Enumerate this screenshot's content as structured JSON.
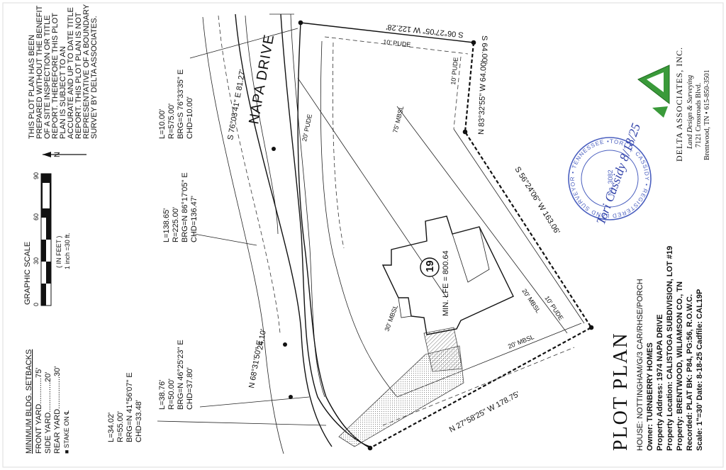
{
  "setbacks": {
    "title": "MINIMUM BLDG. SETBACKS",
    "front": "FRONT YARD............75'",
    "side": "SIDE YARD..............20'",
    "rear": "REAR YARD...............30'",
    "stake": "■ STAKE ON ℄"
  },
  "curves": {
    "c1": [
      "L=34.02'",
      "R=55.00'",
      "BRG=N 41°56'07\" E",
      "CHD=33.48'"
    ],
    "c2": [
      "L=38.76'",
      "R=50.00'",
      "BRG=N 46°25'23\" E",
      "CHD=37.80'"
    ],
    "c3": [
      "L=138.65'",
      "R=225.00'",
      "BRG=N 86°17'05\" E",
      "CHD=136.47'"
    ],
    "c4": [
      "L=10.00'",
      "R=575.00'",
      "BRG=S 76°33'35\" E",
      "CHD=10.00'"
    ]
  },
  "scale": {
    "title": "GRAPHIC SCALE",
    "ticks": [
      "0",
      "30",
      "60",
      "90"
    ],
    "unit": "( IN FEET )",
    "ratio": "1 inch =30 ft."
  },
  "note": [
    "THIS PLOT PLAN HAS BEEN",
    "PREPARED WITHOUT THE BENEFIT",
    "OF A SITE INSPECTION OR TITLE",
    "REPORT. THEREFORE THIS PLOT",
    "PLAN IS SUBJECT TO AN",
    "ACCURATE AND UP TO DATE TITLE",
    "REPORT. THIS PLOT PLAN IS NOT",
    "REPRESENTATIVE OF A BOUNDARY",
    "SURVEY BY DELTA ASSOCIATES."
  ],
  "north": "N",
  "road": {
    "name": "NAPA DRIVE",
    "bearing1": "S 76°03'41\" E   81.27'",
    "bearing2": "N 68°31'50\" E",
    "dist2": "24.10'"
  },
  "boundary": {
    "top": "S 06°27'05\" W 122.28'",
    "right_top": "S   64.00'",
    "right": "N 83°32'55\"  W   64.00'",
    "diag": "S 56°24'06\"  W   163.06'",
    "bottom": "N 27°58'25\"  W   178.75'",
    "pude_top": "10' PUDE",
    "pude_right": "10' PUDE",
    "pude_front": "20' PUDE",
    "pude_rear": "10' PUDE",
    "mbsl_rear": "75' MBSL",
    "mbsl_side": "20' MBSL",
    "mbsl_side2": "20' MBSL",
    "mbsl_front": "30' MBSL"
  },
  "lot": {
    "number": "19",
    "min_lfe": "MIN. LFE = 800.64"
  },
  "plan": {
    "title": "PLOT PLAN",
    "house": "HOUSE: NOTTINGHAM/G/3 CAR/RHSE/PORCH",
    "owner": "Owner: TURNBERRY HOMES",
    "address": "Property Address: 1974 NAPA DRIVE",
    "location": "Property Location: CALISTOGA SUBDIVISION, LOT #19",
    "property": "Property: BRENTWOOD, WILIAMSON CO., TN",
    "recorded": "Recorded: PLAT BK: P84, PG:56, R.O.W.C.",
    "scale_date": "Scale: 1\"=30' Date: 8-18-25  Cadfile: CAL19P"
  },
  "company": {
    "name": "DELTA ASSOCIATES, INC.",
    "tagline": "Land Design & Surveying",
    "address": "7121 Crossroads Blvd.",
    "city": "Brentwood, TN • 615-850-3501"
  },
  "seal": {
    "ring": "TORI D. CASSIDY • REGISTERED LAND SURVEYOR • TENNESSEE •",
    "number": "No. 3082",
    "signature": "Tori Cassidy 8/18/25"
  },
  "colors": {
    "ink": "#111111",
    "logo_green": "#3a9a3a",
    "seal_blue": "#4a5fbf",
    "hatch": "#777777"
  }
}
